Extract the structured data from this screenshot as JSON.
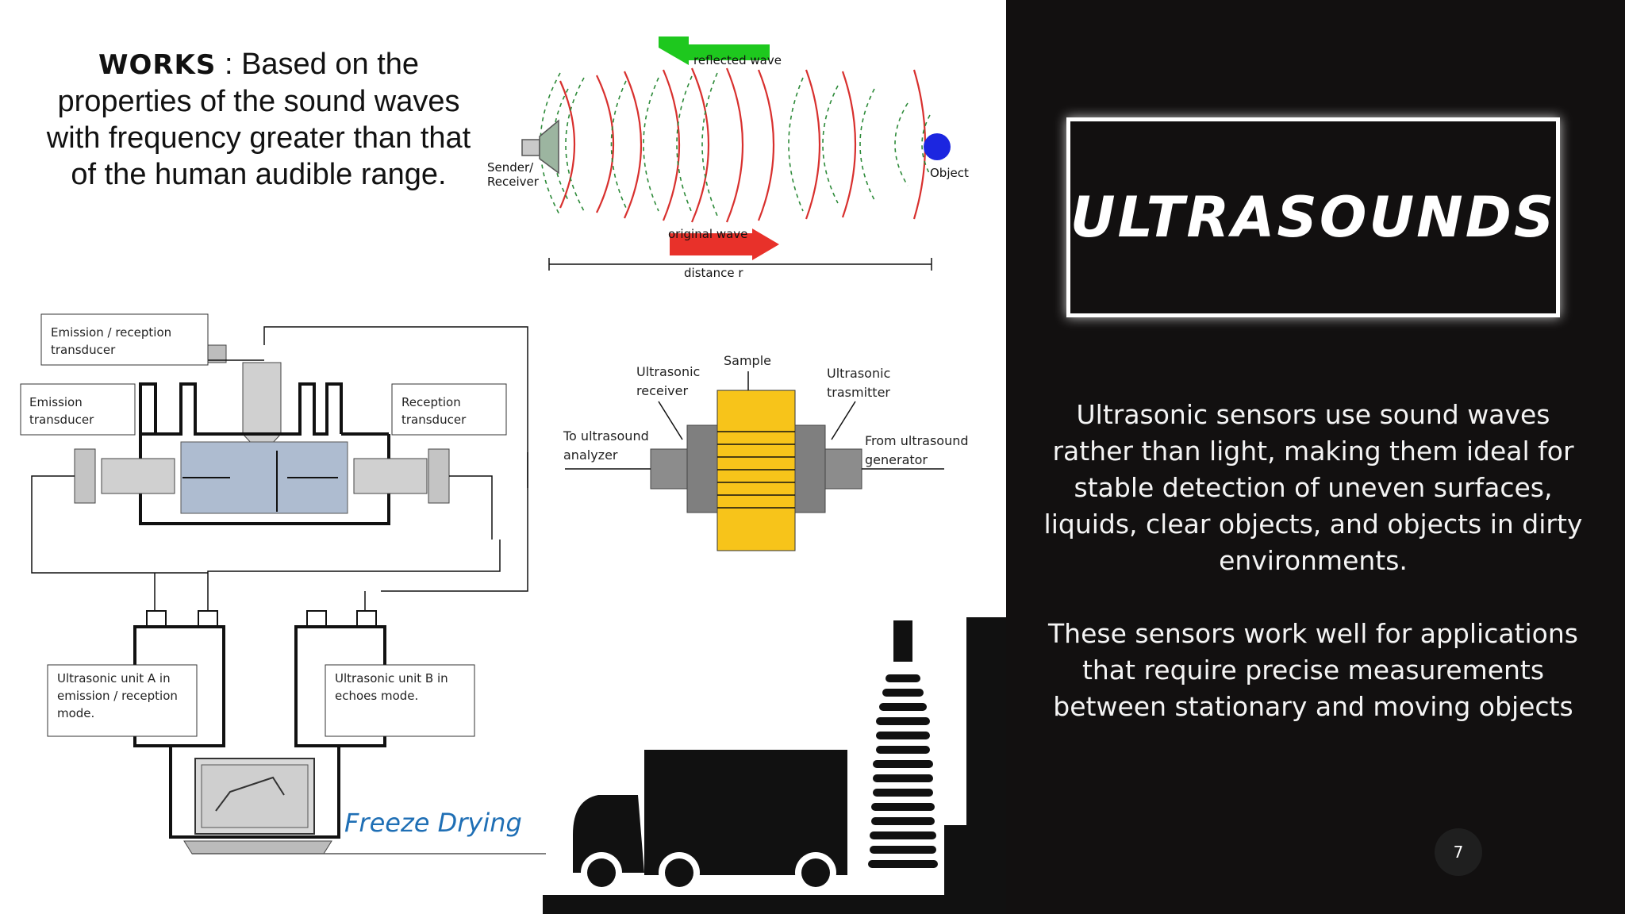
{
  "slide": {
    "works_label": "WORKS",
    "works_text": " : Based on the properties of the sound waves with frequency greater than that of the human audible range.",
    "title": "ULTRASOUNDS",
    "paragraph1": "Ultrasonic sensors use sound waves rather than light, making them ideal for stable detection of uneven surfaces, liquids, clear objects, and objects in dirty environments.",
    "paragraph2": "These sensors work well for applications that require precise measurements between stationary and moving objects",
    "page_number": "7"
  },
  "wave_diagram": {
    "reflected": "reflected wave",
    "original": "original wave",
    "sender_line1": "Sender/",
    "sender_line2": "Receiver",
    "object": "Object",
    "distance": "distance r"
  },
  "freeze_diagram": {
    "emission_reception_line1": "Emission / reception",
    "emission_reception_line2": "transducer",
    "emission_line1": "Emission",
    "emission_line2": "transducer",
    "reception_line1": "Reception",
    "reception_line2": "transducer",
    "unit_a_line1": "Ultrasonic unit A in",
    "unit_a_line2": "emission / reception",
    "unit_a_line3": "mode.",
    "unit_b_line1": "Ultrasonic unit B in",
    "unit_b_line2": "echoes mode.",
    "caption": "Freeze Drying"
  },
  "sample_diagram": {
    "sample": "Sample",
    "receiver_line1": "Ultrasonic",
    "receiver_line2": "receiver",
    "transmitter_line1": "Ultrasonic",
    "transmitter_line2": "trasmitter",
    "analyzer_line1": "To ultrasound",
    "analyzer_line2": "analyzer",
    "generator_line1": "From ultrasound",
    "generator_line2": "generator"
  },
  "colors": {
    "panel_bg": "#121010",
    "wave_red": "#d8302e",
    "wave_green": "#2e8b3a",
    "arrow_green": "#1ec81e",
    "arrow_red": "#e8312a",
    "object_blue": "#1c26e0",
    "sample_yellow": "#f7c41a",
    "caption_blue": "#1f6fb5"
  }
}
